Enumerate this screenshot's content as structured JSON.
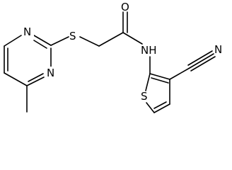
{
  "molecule": {
    "atoms": {
      "n_ring_top": "N",
      "n_ring_bottom": "N",
      "s_thioether": "S",
      "o_carbonyl": "O",
      "nh_amide": "NH",
      "s_thiophene": "S",
      "n_nitrile": "N"
    }
  }
}
